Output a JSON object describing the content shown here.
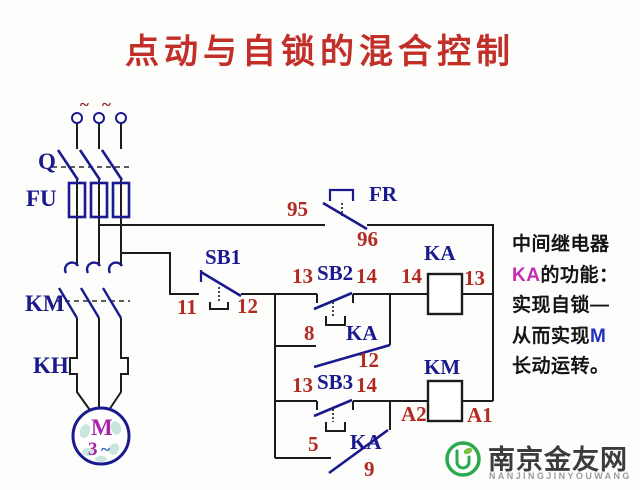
{
  "title": "点动与自锁的混合控制",
  "colors": {
    "title_red": "#c22f28",
    "terminal_red": "#b22a24",
    "component_navy": "#1a1a8e",
    "wire_black": "#1c1c1c",
    "motor_magenta": "#aa22aa",
    "annotation_ka_magenta": "#c52cb4",
    "annotation_m_blue": "#2030c0",
    "logo_green": "#2ba94f"
  },
  "power": {
    "tilde": "~",
    "q_label": "Q",
    "fu_label": "FU",
    "km_label": "KM",
    "kh_label": "KH",
    "motor": {
      "m": "M",
      "three": "3",
      "tilde": "~"
    }
  },
  "control": {
    "fr": {
      "label": "FR",
      "t95": "95",
      "t96": "96"
    },
    "sb1": {
      "label": "SB1",
      "t11": "11",
      "t12": "12"
    },
    "sb2": {
      "label": "SB2",
      "t13": "13",
      "t14": "14"
    },
    "ka_coil": {
      "label": "KA",
      "t14": "14",
      "t13": "13"
    },
    "ka_no1": {
      "label": "KA",
      "t8": "8",
      "t12": "12"
    },
    "sb3": {
      "label": "SB3",
      "t13": "13",
      "t14": "14"
    },
    "km_coil": {
      "label": "KM",
      "tA2": "A2",
      "tA1": "A1"
    },
    "ka_no2": {
      "label": "KA",
      "t5": "5",
      "t9": "9"
    }
  },
  "annotation": {
    "line1": "中间继电器",
    "line2_ka": "KA",
    "line2_rest": "的功能：",
    "line3": "实现自锁—",
    "line4_rest": "从而实现",
    "line4_m": "M",
    "line5": "长动运转。"
  },
  "watermark": {
    "cn": "南京金友网",
    "en": "NANJINGJINYOUWANG"
  }
}
